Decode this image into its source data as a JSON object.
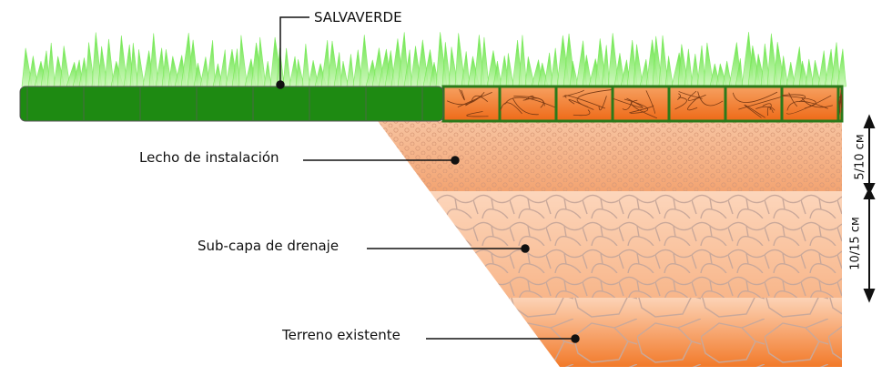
{
  "labels": {
    "product": "SALVAVERDE",
    "bedding": "Lecho de instalación",
    "drainage": "Sub-capa de drenaje",
    "terrain": "Terreno existente"
  },
  "dimensions": {
    "bedding": "5/10 см",
    "drainage": "10/15 см"
  },
  "colors": {
    "grass": "#5fe03a",
    "panel": "#1e8a12",
    "orange": "#f07a2a",
    "gravel": "#f4b488"
  }
}
